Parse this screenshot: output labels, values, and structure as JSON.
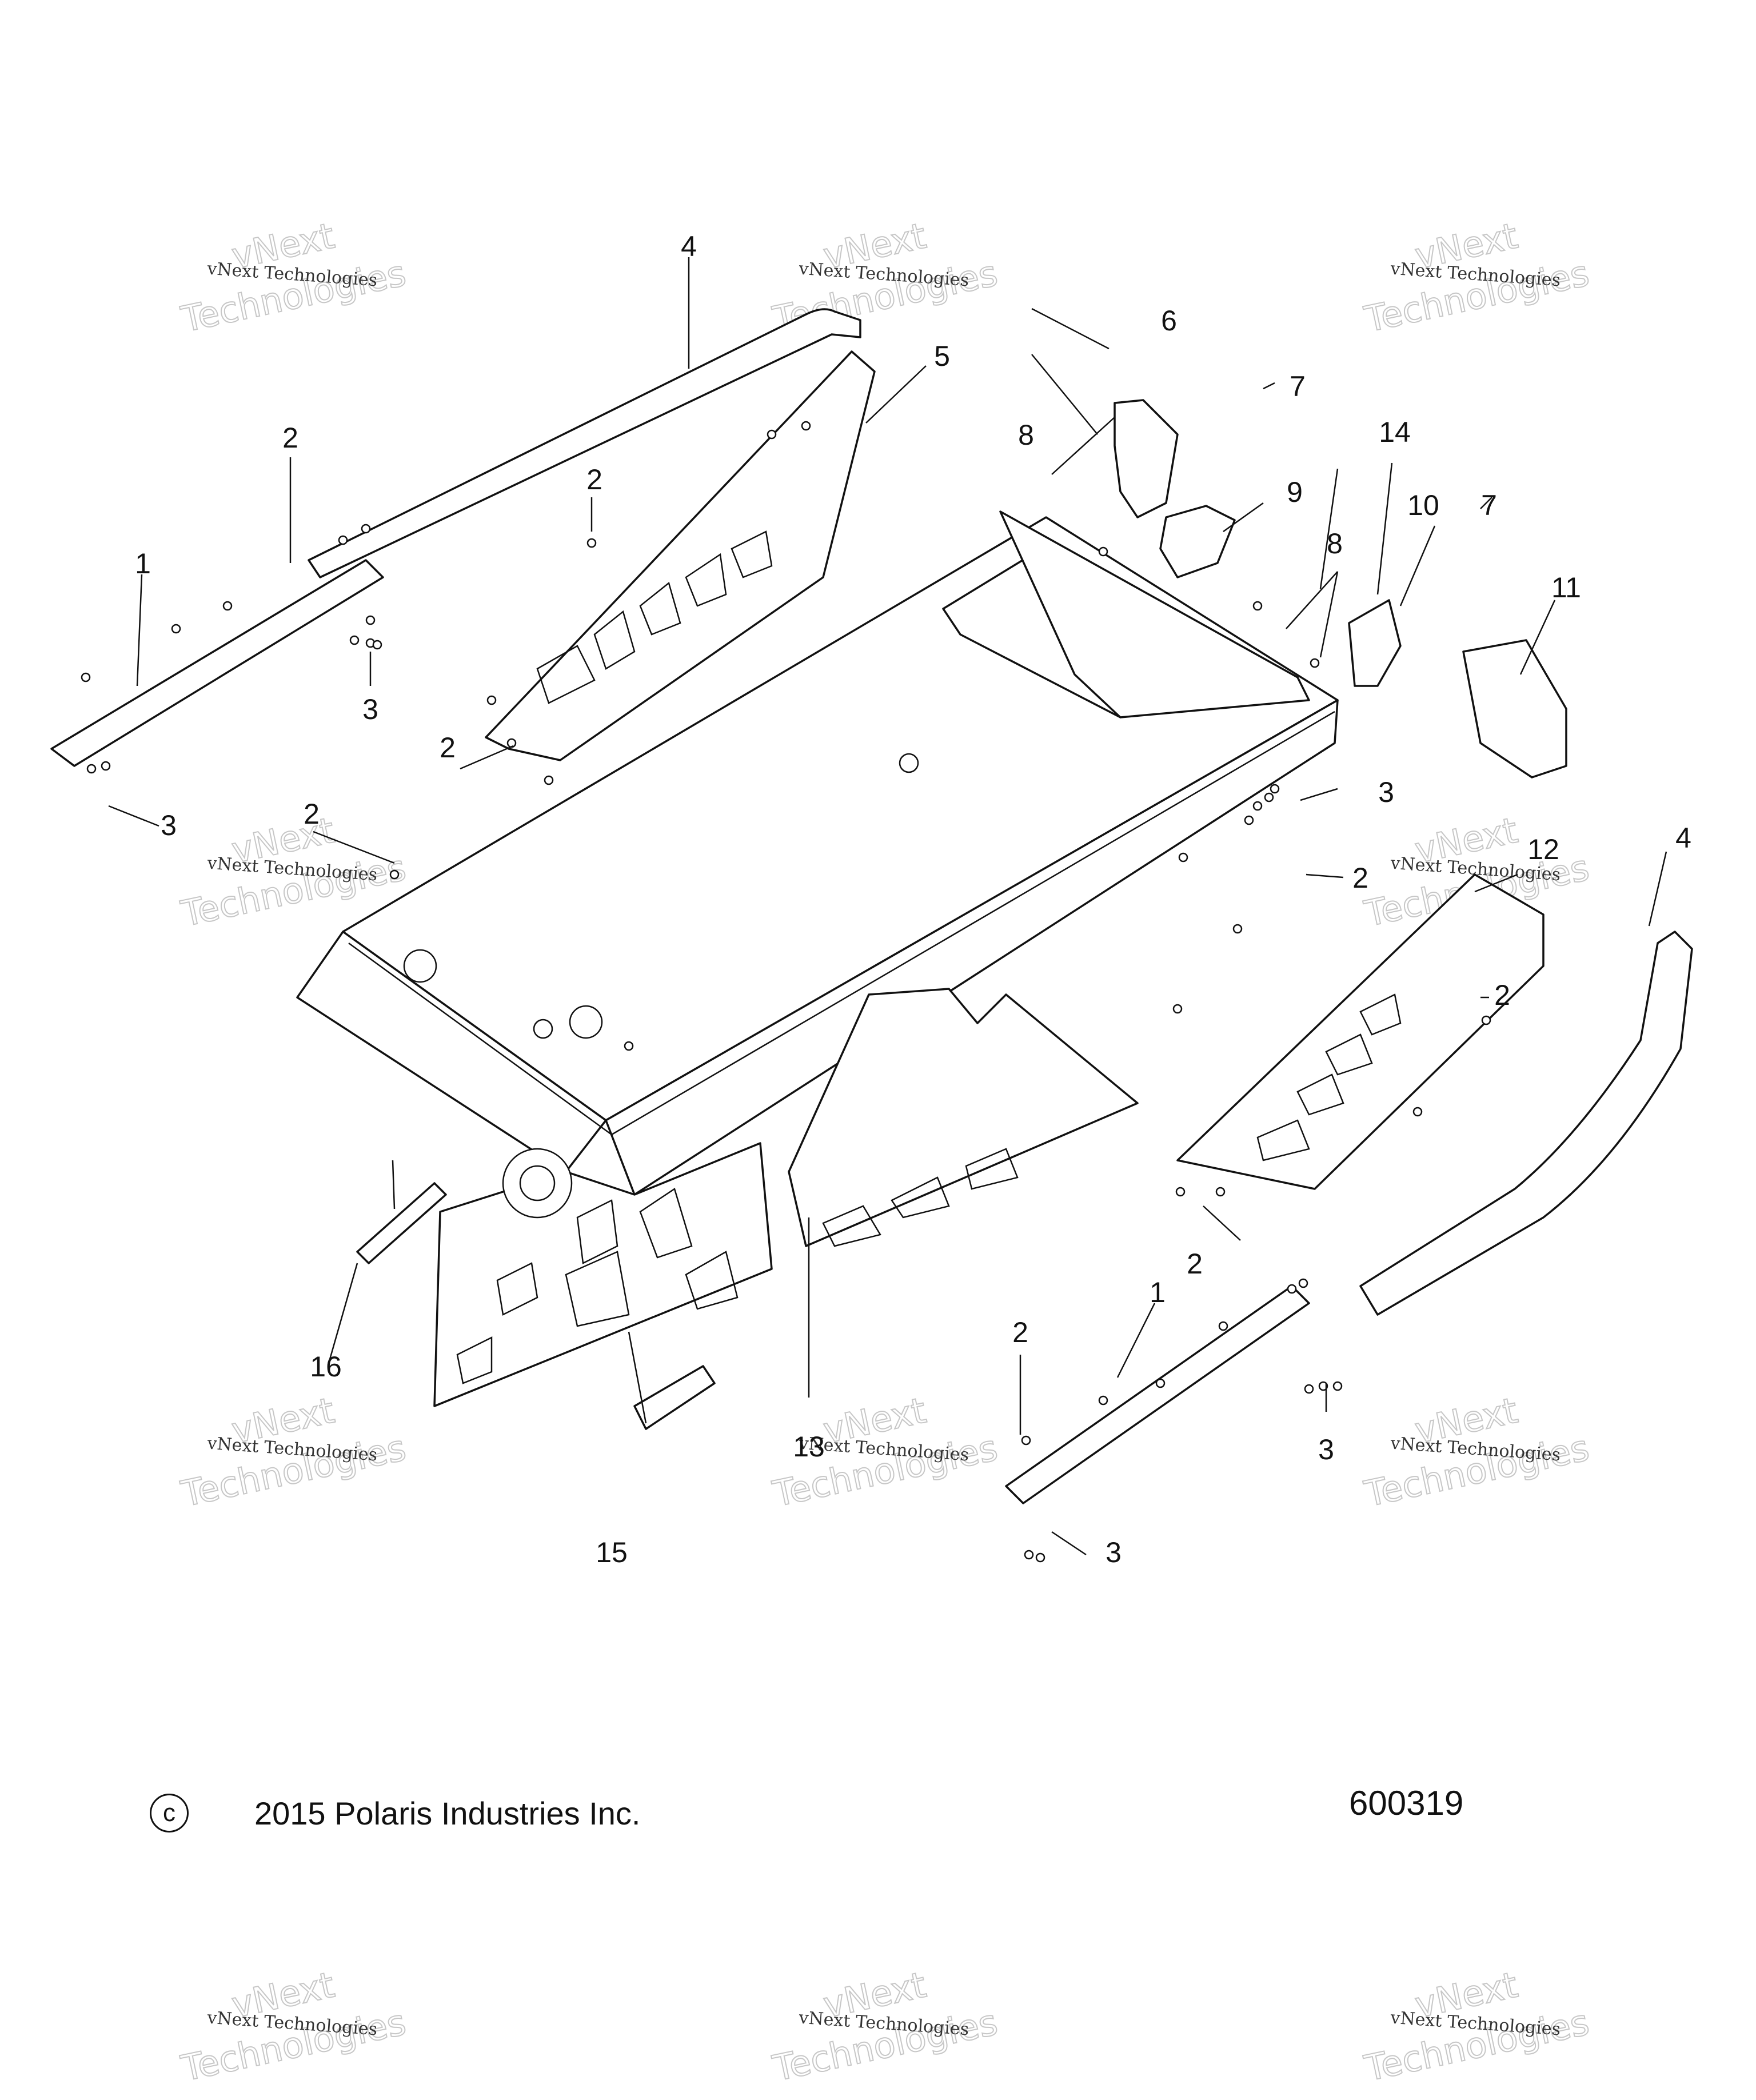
{
  "copyright": {
    "symbol": "c",
    "text": "2015 Polaris Industries Inc."
  },
  "figure_id": "600319",
  "watermark": {
    "line1": "vNext Technologies",
    "line2": "Technologies",
    "line3": "vNext"
  },
  "callouts": [
    "1",
    "2",
    "3",
    "4",
    "5",
    "6",
    "7",
    "8",
    "9",
    "10",
    "11",
    "12",
    "13",
    "14",
    "15",
    "16"
  ]
}
